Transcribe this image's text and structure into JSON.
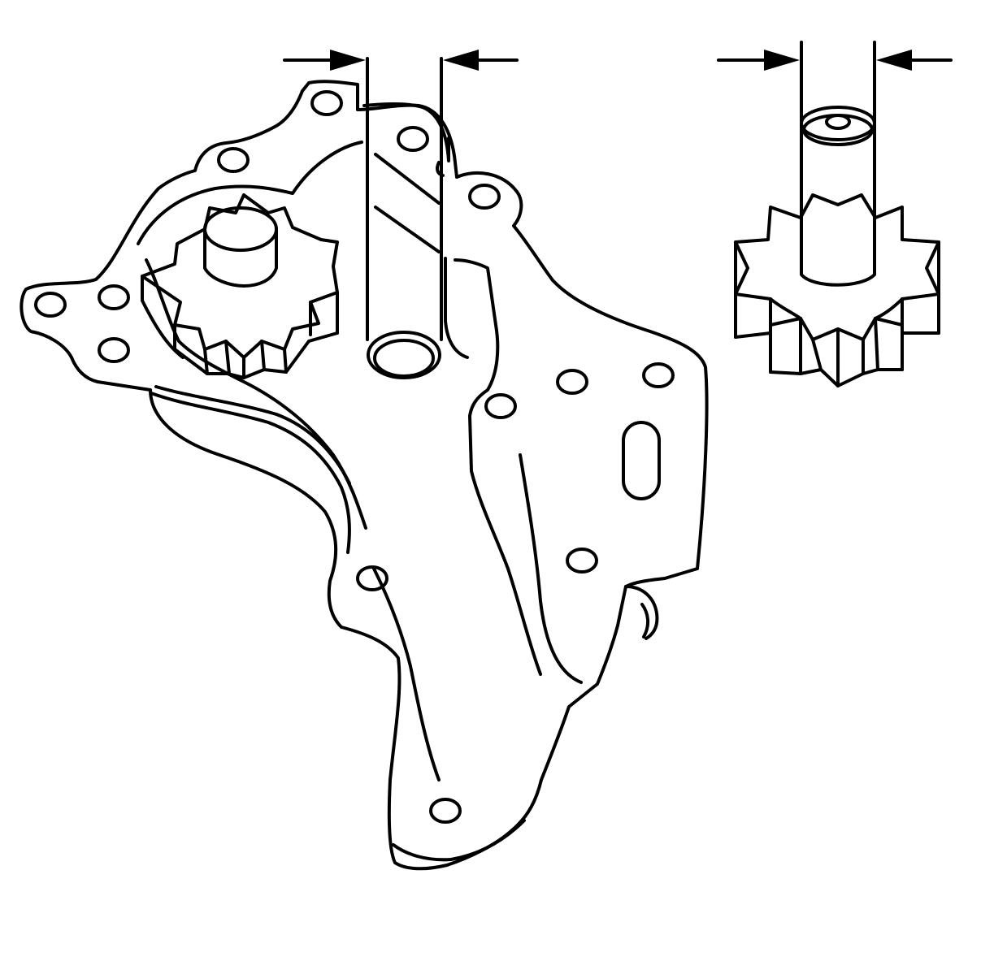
{
  "diagram": {
    "subject": "oil-pump-body-and-driven-gear-clearance",
    "colors": {
      "line": "#000000",
      "paper": "#ffffff"
    },
    "callouts": [
      {
        "id": "pump-bore-width",
        "target": "pump-body-bore",
        "style": "inward-arrows"
      },
      {
        "id": "gear-shaft-width",
        "target": "gear-shaft",
        "style": "inward-arrows"
      }
    ],
    "parts": [
      "pump-body",
      "drive-gear",
      "driven-gear",
      "gear-shaft",
      "mounting-holes"
    ]
  }
}
